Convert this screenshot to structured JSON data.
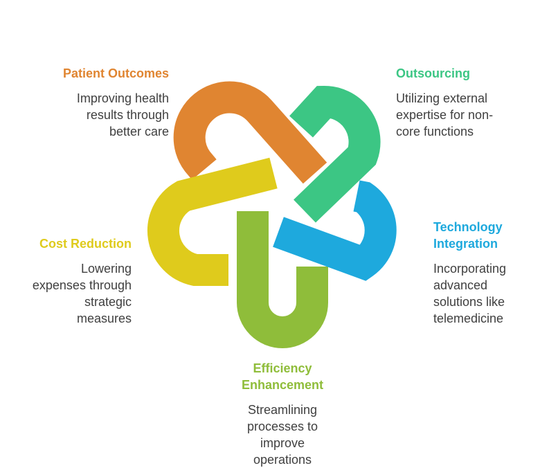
{
  "colors": {
    "patient": "#E08531",
    "outsourcing": "#3CC684",
    "technology": "#1EA9DD",
    "efficiency": "#8FBD3A",
    "cost": "#DFCB1C",
    "text": "#404040"
  },
  "items": [
    {
      "title": "Patient Outcomes",
      "desc_lines": [
        "Improving health",
        "results through",
        "better care"
      ]
    },
    {
      "title": "Outsourcing",
      "desc_lines": [
        "Utilizing external",
        "expertise for non-",
        "core functions"
      ]
    },
    {
      "title_lines": [
        "Technology",
        "Integration"
      ],
      "desc_lines": [
        "Incorporating",
        "advanced",
        "solutions like",
        "telemedicine"
      ]
    },
    {
      "title_lines": [
        "Efficiency",
        "Enhancement"
      ],
      "desc_lines": [
        "Streamlining",
        "processes to",
        "improve",
        "operations"
      ]
    },
    {
      "title": "Cost Reduction",
      "desc_lines": [
        "Lowering",
        "expenses through",
        "strategic",
        "measures"
      ]
    }
  ]
}
